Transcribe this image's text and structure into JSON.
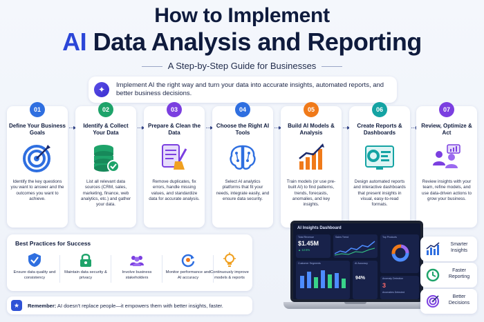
{
  "header": {
    "title_line1": "How to Implement",
    "title_ai": "AI",
    "title_line2_rest": " Data Analysis and Reporting",
    "subtitle": "A Step-by-Step Guide for Businesses"
  },
  "intro": {
    "text": "Implement AI the right way and turn your data into accurate insights, automated reports, and better business decisions."
  },
  "steps": [
    {
      "num": "01",
      "title": "Define Your Business Goals",
      "desc": "Identify the key questions you want to answer and the outcomes you want to achieve.",
      "color": "#2f6fe0",
      "icon": "target-icon"
    },
    {
      "num": "02",
      "title": "Identify & Collect Your Data",
      "desc": "List all relevant data sources (CRM, sales, marketing, finance, web analytics, etc.) and gather your data.",
      "color": "#1ea36a",
      "icon": "database-icon"
    },
    {
      "num": "03",
      "title": "Prepare & Clean the Data",
      "desc": "Remove duplicates, fix errors, handle missing values, and standardize data for accurate analysis.",
      "color": "#7b3fe0",
      "icon": "document-broom-icon"
    },
    {
      "num": "04",
      "title": "Choose the Right AI Tools",
      "desc": "Select AI analytics platforms that fit your needs, integrate easily, and ensure data security.",
      "color": "#2f6fe0",
      "icon": "brain-icon"
    },
    {
      "num": "05",
      "title": "Build AI Models & Analysis",
      "desc": "Train models (or use pre-built AI) to find patterns, trends, forecasts, anomalies, and key insights.",
      "color": "#f07a1a",
      "icon": "growth-chart-icon"
    },
    {
      "num": "06",
      "title": "Create Reports & Dashboards",
      "desc": "Design automated reports and interactive dashboards that present insights in visual, easy-to-read formats.",
      "color": "#14a3a3",
      "icon": "dashboard-icon"
    },
    {
      "num": "07",
      "title": "Review, Optimize & Act",
      "desc": "Review insights with your team, refine models, and use data-driven actions to grow your business.",
      "color": "#7b3fe0",
      "icon": "team-icon"
    }
  ],
  "best_practices": {
    "title": "Best Practices for Success",
    "items": [
      {
        "label": "Ensure data quality and consistency",
        "icon": "shield-check-icon"
      },
      {
        "label": "Maintain data security & privacy",
        "icon": "lock-icon"
      },
      {
        "label": "Involve business stakeholders",
        "icon": "people-icon"
      },
      {
        "label": "Monitor performance and AI accuracy",
        "icon": "refresh-icon"
      },
      {
        "label": "Continuously improve models & reports",
        "icon": "lightbulb-icon"
      }
    ]
  },
  "remember": {
    "label": "Remember:",
    "text": " AI doesn't replace people—it empowers them with better insights, faster."
  },
  "dashboard": {
    "title": "AI Insights Dashboard",
    "total_revenue_label": "Total Revenue",
    "total_revenue_value": "$1.45M",
    "total_revenue_change": "▲ 12.5%",
    "sales_trend_label": "Sales Trend",
    "top_products_label": "Top Products",
    "customer_segments_label": "Customer Segments",
    "anomaly_label": "Anomaly Detection",
    "anomaly_value": "3",
    "anomaly_sub": "Anomalies Detected",
    "ai_accuracy_label": "AI Accuracy",
    "ai_accuracy_value": "94%"
  },
  "outcomes": [
    {
      "label": "Smarter Insights",
      "icon": "bar-chart-icon",
      "color": "#2f6fe0"
    },
    {
      "label": "Faster Reporting",
      "icon": "clock-icon",
      "color": "#1ea36a"
    },
    {
      "label": "Better Decisions",
      "icon": "target-icon",
      "color": "#7b3fe0"
    }
  ]
}
